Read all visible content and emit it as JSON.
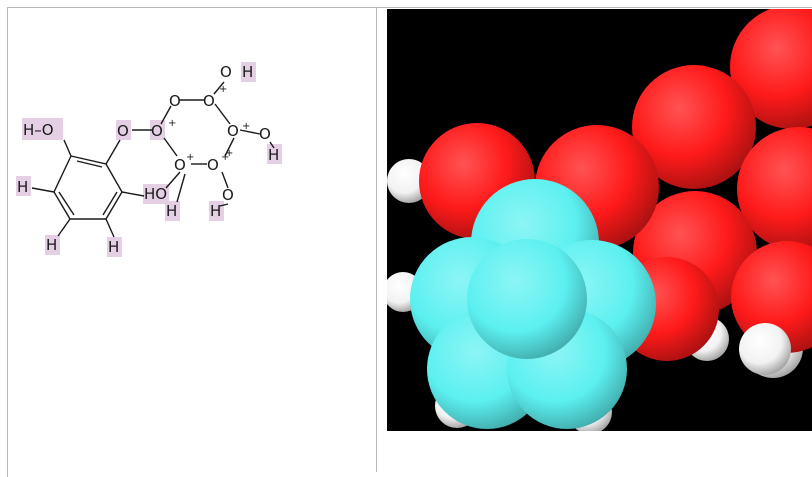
{
  "structure": {
    "colors": {
      "highlight": "#e4cfe4",
      "bond": "#1a1a1a",
      "label": "#1a1a1a"
    },
    "labels": {
      "ho_top_left": "H–O",
      "o_bridge_1": "O",
      "o_bridge_2": "O",
      "o_ring_1": "O",
      "o_ring_2": "O",
      "o_top": "O",
      "o_right": "O",
      "o_far_right": "O",
      "o_mid": "O",
      "o_lower": "O",
      "o_ring_3": "O",
      "h_top": "H",
      "h_far_right": "H",
      "h_lower": "H",
      "h_mid": "H",
      "h_benzene_left": "H",
      "h_benzene_bottom_left": "H",
      "h_benzene_bottom_right": "H",
      "ho_benzene": "HO",
      "plus": "+"
    }
  },
  "render": {
    "colors": {
      "background": "#000000",
      "oxygen": "#ff1a1a",
      "carbon": "#5cf0f0",
      "hydrogen": "#f2f2f2"
    }
  }
}
